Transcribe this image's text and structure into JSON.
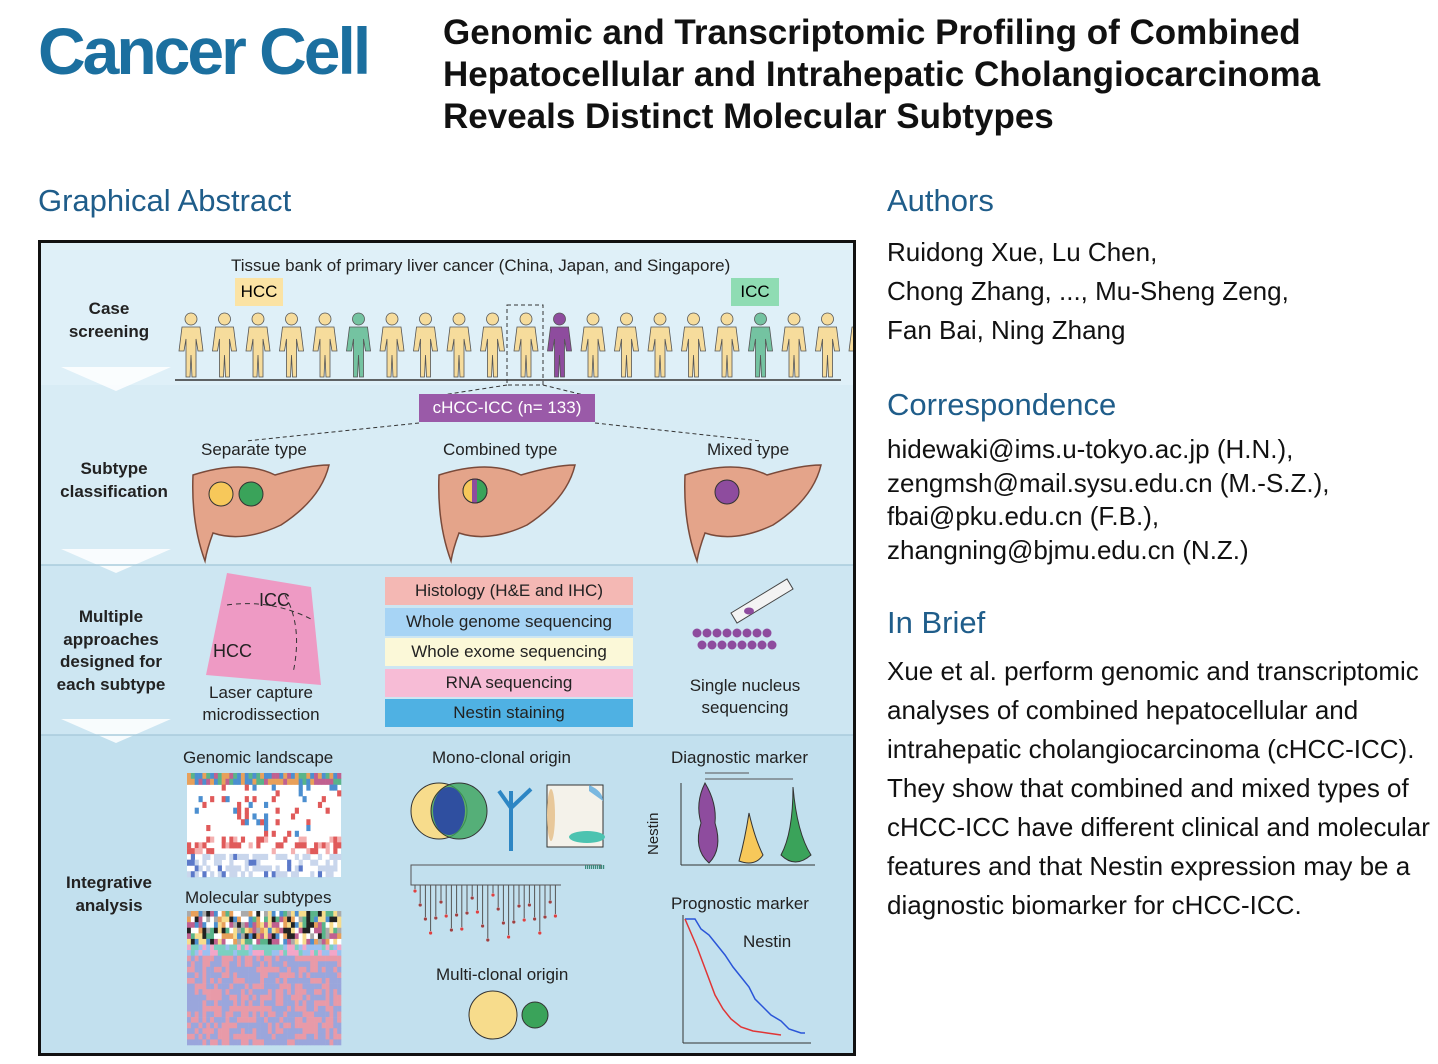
{
  "journal": "Cancer Cell",
  "title": "Genomic and Transcriptomic Profiling of Combined Hepatocellular and Intrahepatic Cholangiocarcinoma Reveals Distinct Molecular Subtypes",
  "graphical_abstract": {
    "heading": "Graphical Abstract",
    "rows": [
      {
        "label": "Case screening"
      },
      {
        "label": "Subtype classification"
      },
      {
        "label": "Multiple approaches designed for each subtype"
      },
      {
        "label": "Integrative analysis"
      }
    ],
    "screening": {
      "title": "Tissue bank of primary liver cancer (China, Japan, and Singapore)",
      "hcc_tag": "HCC",
      "icc_tag": "ICC",
      "cohort": "cHCC-ICC (n= 133)",
      "figure_colors": {
        "hcc": "#f6dc9c",
        "icc": "#74c3a1",
        "chcc": "#8e4c9e"
      }
    },
    "types": [
      "Separate type",
      "Combined type",
      "Mixed type"
    ],
    "approaches": {
      "laser": {
        "icc_label": "ICC",
        "hcc_label": "HCC",
        "caption": "Laser capture microdissection"
      },
      "methods": [
        {
          "label": "Histology (H&E and IHC)",
          "color": "#f4b8b4"
        },
        {
          "label": "Whole genome sequencing",
          "color": "#a7d4f5"
        },
        {
          "label": "Whole exome sequencing",
          "color": "#fbf8d8"
        },
        {
          "label": "RNA sequencing",
          "color": "#f7bcd6"
        },
        {
          "label": "Nestin staining",
          "color": "#4fb1e3"
        }
      ],
      "single_nucleus": "Single nucleus sequencing"
    },
    "analysis": {
      "genomic": "Genomic landscape",
      "molecular": "Molecular subtypes",
      "mono": "Mono-clonal origin",
      "multi": "Multi-clonal origin",
      "diagnostic": "Diagnostic marker",
      "nestin_axis": "Nestin",
      "prognostic": "Prognostic marker",
      "nestin_curve": "Nestin"
    },
    "colors": {
      "liver": "#e4a48a",
      "hcc": "#f7c85a",
      "icc": "#3aa35a",
      "mixed": "#8e4c9e",
      "band_dark": "#c2e0ee"
    }
  },
  "authors": {
    "heading": "Authors",
    "lines": [
      "Ruidong Xue, Lu Chen,",
      "Chong Zhang, ..., Mu-Sheng Zeng,",
      "Fan Bai, Ning Zhang"
    ]
  },
  "correspondence": {
    "heading": "Correspondence",
    "emails": [
      "hidewaki@ims.u-tokyo.ac.jp (H.N.),",
      "zengmsh@mail.sysu.edu.cn (M.-S.Z.),",
      "fbai@pku.edu.cn (F.B.),",
      "zhangning@bjmu.edu.cn (N.Z.)"
    ]
  },
  "in_brief": {
    "heading": "In Brief",
    "text": "Xue et al. perform genomic and transcriptomic analyses of combined hepatocellular and intrahepatic cholangiocarcinoma (cHCC-ICC). They show that combined and mixed types of cHCC-ICC have different clinical and molecular features and that Nestin expression may be a diagnostic biomarker for cHCC-ICC."
  }
}
